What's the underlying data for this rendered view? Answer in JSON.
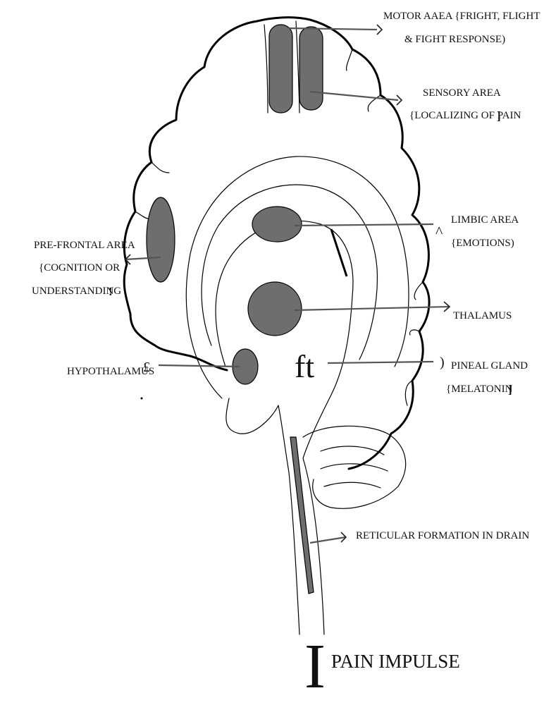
{
  "labels": {
    "motor_1": "MOTOR AAEA {FRIGHT, FLIGHT",
    "motor_2": "& FIGHT RESPONSE)",
    "sensory_1": "SENSORY AREA",
    "sensory_2": "{LOCALIZING OF PAIN",
    "limbic_1": "LIMBIC AREA",
    "limbic_2": "{EMOTIONS)",
    "prefrontal_1": "PRE-FRONTAL AREA",
    "prefrontal_2": "{COGNITION OR",
    "prefrontal_3": "UNDERSTANDING",
    "thalamus": "THALAMUS",
    "hypothalamus": "HYPOTHALAMUS",
    "pineal_1": "PINEAL GLAND",
    "pineal_2": "{MELATONIN",
    "reticular": "RETICULAR FORMATION IN DRAIN",
    "pain_impulse": "PAIN IMPULSE",
    "pain_marker": "I",
    "pineal_marker": "ft",
    "hypothalamus_marker": "£",
    "limbic_marker": "^",
    "sensory_end_mark": "]",
    "prefrontal_end_mark": "!",
    "pineal_end_mark": "]",
    "pineal_bracket": ")"
  },
  "colors": {
    "region_fill": "#6e6e6e",
    "outline": "#000000",
    "pointer": "#555555"
  }
}
